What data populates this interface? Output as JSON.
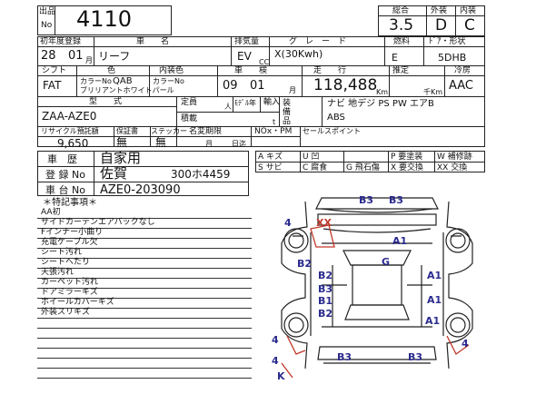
{
  "header": {
    "lot_label_top": "出品",
    "lot_label_bottom": "No",
    "lot_number": "4110",
    "score_label": "総合",
    "exterior_label": "外装",
    "interior_label": "内装",
    "score": "3.5",
    "exterior": "D",
    "interior": "C"
  },
  "row1": {
    "reg_year_label": "初年度登録",
    "name_label": "車　　名",
    "displacement_label": "排気量",
    "grade_label": "グ　レ　ー　ド",
    "fuel_label": "燃料",
    "doors_label": "ﾄﾞｱ・形状",
    "year": "28",
    "month": "01",
    "month_unit": "月",
    "name": "リーフ",
    "displacement": "EV",
    "cc": "CC",
    "grade": "X(30Kwh)",
    "fuel": "E",
    "doors": "5DHB"
  },
  "row2": {
    "shift_label": "シフト",
    "color_label": "色",
    "interior_color_label": "内装色",
    "inspection_label": "車　　検",
    "mileage_label": "走　　行",
    "estimate_label": "推定",
    "ac_label": "冷房",
    "shift": "FAT",
    "color_no_label": "カラーNo",
    "color_no": "QAB",
    "color_name": "ブリリアントホワイトパール",
    "interior_color_no_label": "カラーNo",
    "inspection_year": "09",
    "inspection_month": "01",
    "inspection_month_unit": "月",
    "mileage": "118,488",
    "km": "Km",
    "thousand_km": "千Km",
    "ac": "AAC"
  },
  "row3": {
    "model_label": "型　　式",
    "capacity_label": "定員",
    "capacity_unit": "人",
    "model_change_label": "ﾓﾃﾞﾙ年",
    "import_label": "輸入",
    "load_label": "積載",
    "load_unit": "t",
    "equipment_label": "装備品",
    "model": "ZAA-AZE0",
    "equipment_line1": "ナビ 地デジ PS PW エアB",
    "equipment_line2": "ABS"
  },
  "row4": {
    "recycle_label": "リサイクル預託額",
    "warranty_label": "保証書",
    "sticker_label": "ステッカー",
    "name_change_label": "名変期限",
    "nox_label": "NOx・PM",
    "sales_point_label": "セールスポイント",
    "recycle": "9,650",
    "warranty": "無",
    "sticker": "無",
    "month_unit": "月",
    "day_unit": "日迄"
  },
  "history": {
    "history_label": "車　歴",
    "registration_label": "登 録 No",
    "chassis_label": "車 台 No",
    "usage": "自家用",
    "region": "佐賀",
    "plate": "300ホ4459",
    "chassis": "AZE0-203090"
  },
  "legend": [
    [
      "A キズ",
      "U 凹",
      "P 要塗装",
      "W 補修跡"
    ],
    [
      "S サビ",
      "C 腐食",
      "G 飛石傷",
      "X 要交換",
      "XX 交換"
    ]
  ],
  "notes": {
    "title": "＊特記事項＊",
    "items": [
      "AA初",
      "サイドカーテンエアバックなし",
      "Fインナー小曲り",
      "充電ケーブル欠",
      "シート汚れ",
      "シートへたり",
      "天張汚れ",
      "カーペット汚れ",
      "ドアミラーキズ",
      "ホイールカバーキズ",
      "外装スリキズ"
    ]
  },
  "diagram": {
    "marks": [
      "B3",
      "B3",
      "4",
      "XX",
      "A1",
      "G",
      "B2",
      "B2",
      "A1",
      "B3",
      "B1",
      "A1",
      "B2",
      "A1",
      "4",
      "4",
      "B3",
      "B3",
      "4",
      "K"
    ]
  }
}
